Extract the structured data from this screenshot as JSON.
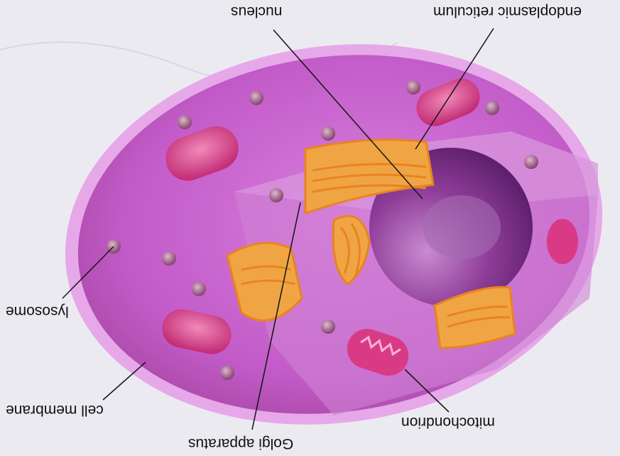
{
  "figure": {
    "orientation": "upside-down",
    "labels": {
      "nucleus": "nucleus",
      "endoplasmic_reticulum": "endoplasmic reticulum",
      "lysosome": "lysosome",
      "cell_membrane": "cell membrane",
      "golgi_apparatus": "Golgi apparatus",
      "mitochondrion": "mitochondrion"
    }
  },
  "colors": {
    "cytoplasm": "#c25bc8",
    "membrane": "#e7a5e6",
    "nucleus": "#7d2f87",
    "organelle_orange": "#f0a545",
    "mitochondria_pink": "#d93a86",
    "lysosome": "#9a5a86",
    "label_line": "#1a1a1a"
  }
}
